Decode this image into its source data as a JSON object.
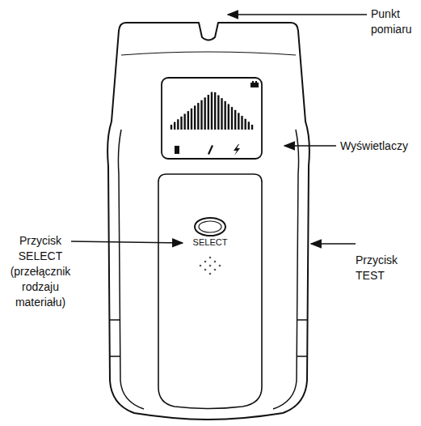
{
  "diagram": {
    "labels": [
      "Punkt pomiaru",
      "Wyświetlaczy",
      "Przycisk SELECT (przełącznik rodzaju materiału)",
      "Przycisk TEST",
      "SELECT"
    ]
  }
}
